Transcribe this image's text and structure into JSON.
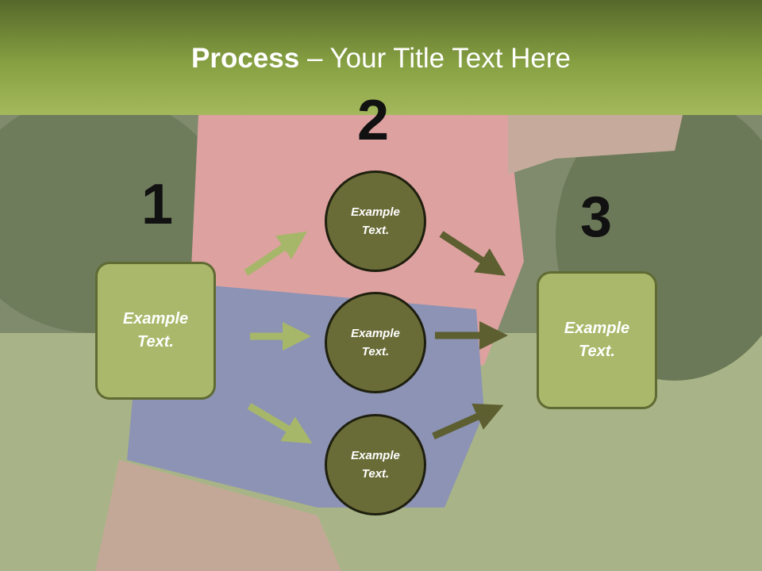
{
  "title": {
    "bold": "Process",
    "rest": " – Your Title Text Here"
  },
  "steps": {
    "one": "1",
    "two": "2",
    "three": "3"
  },
  "left_box": {
    "text": "Example\nText."
  },
  "circles": [
    {
      "text": "Example\nText."
    },
    {
      "text": "Example\nText."
    },
    {
      "text": "Example\nText."
    }
  ],
  "right_box": {
    "text": "Example\nText."
  },
  "colors": {
    "header": "#86a042",
    "box_fill": "#a9b86a",
    "circle_fill": "#6a6c38",
    "arrow_light": "#a7b76a",
    "arrow_dark": "#5d5f30"
  }
}
